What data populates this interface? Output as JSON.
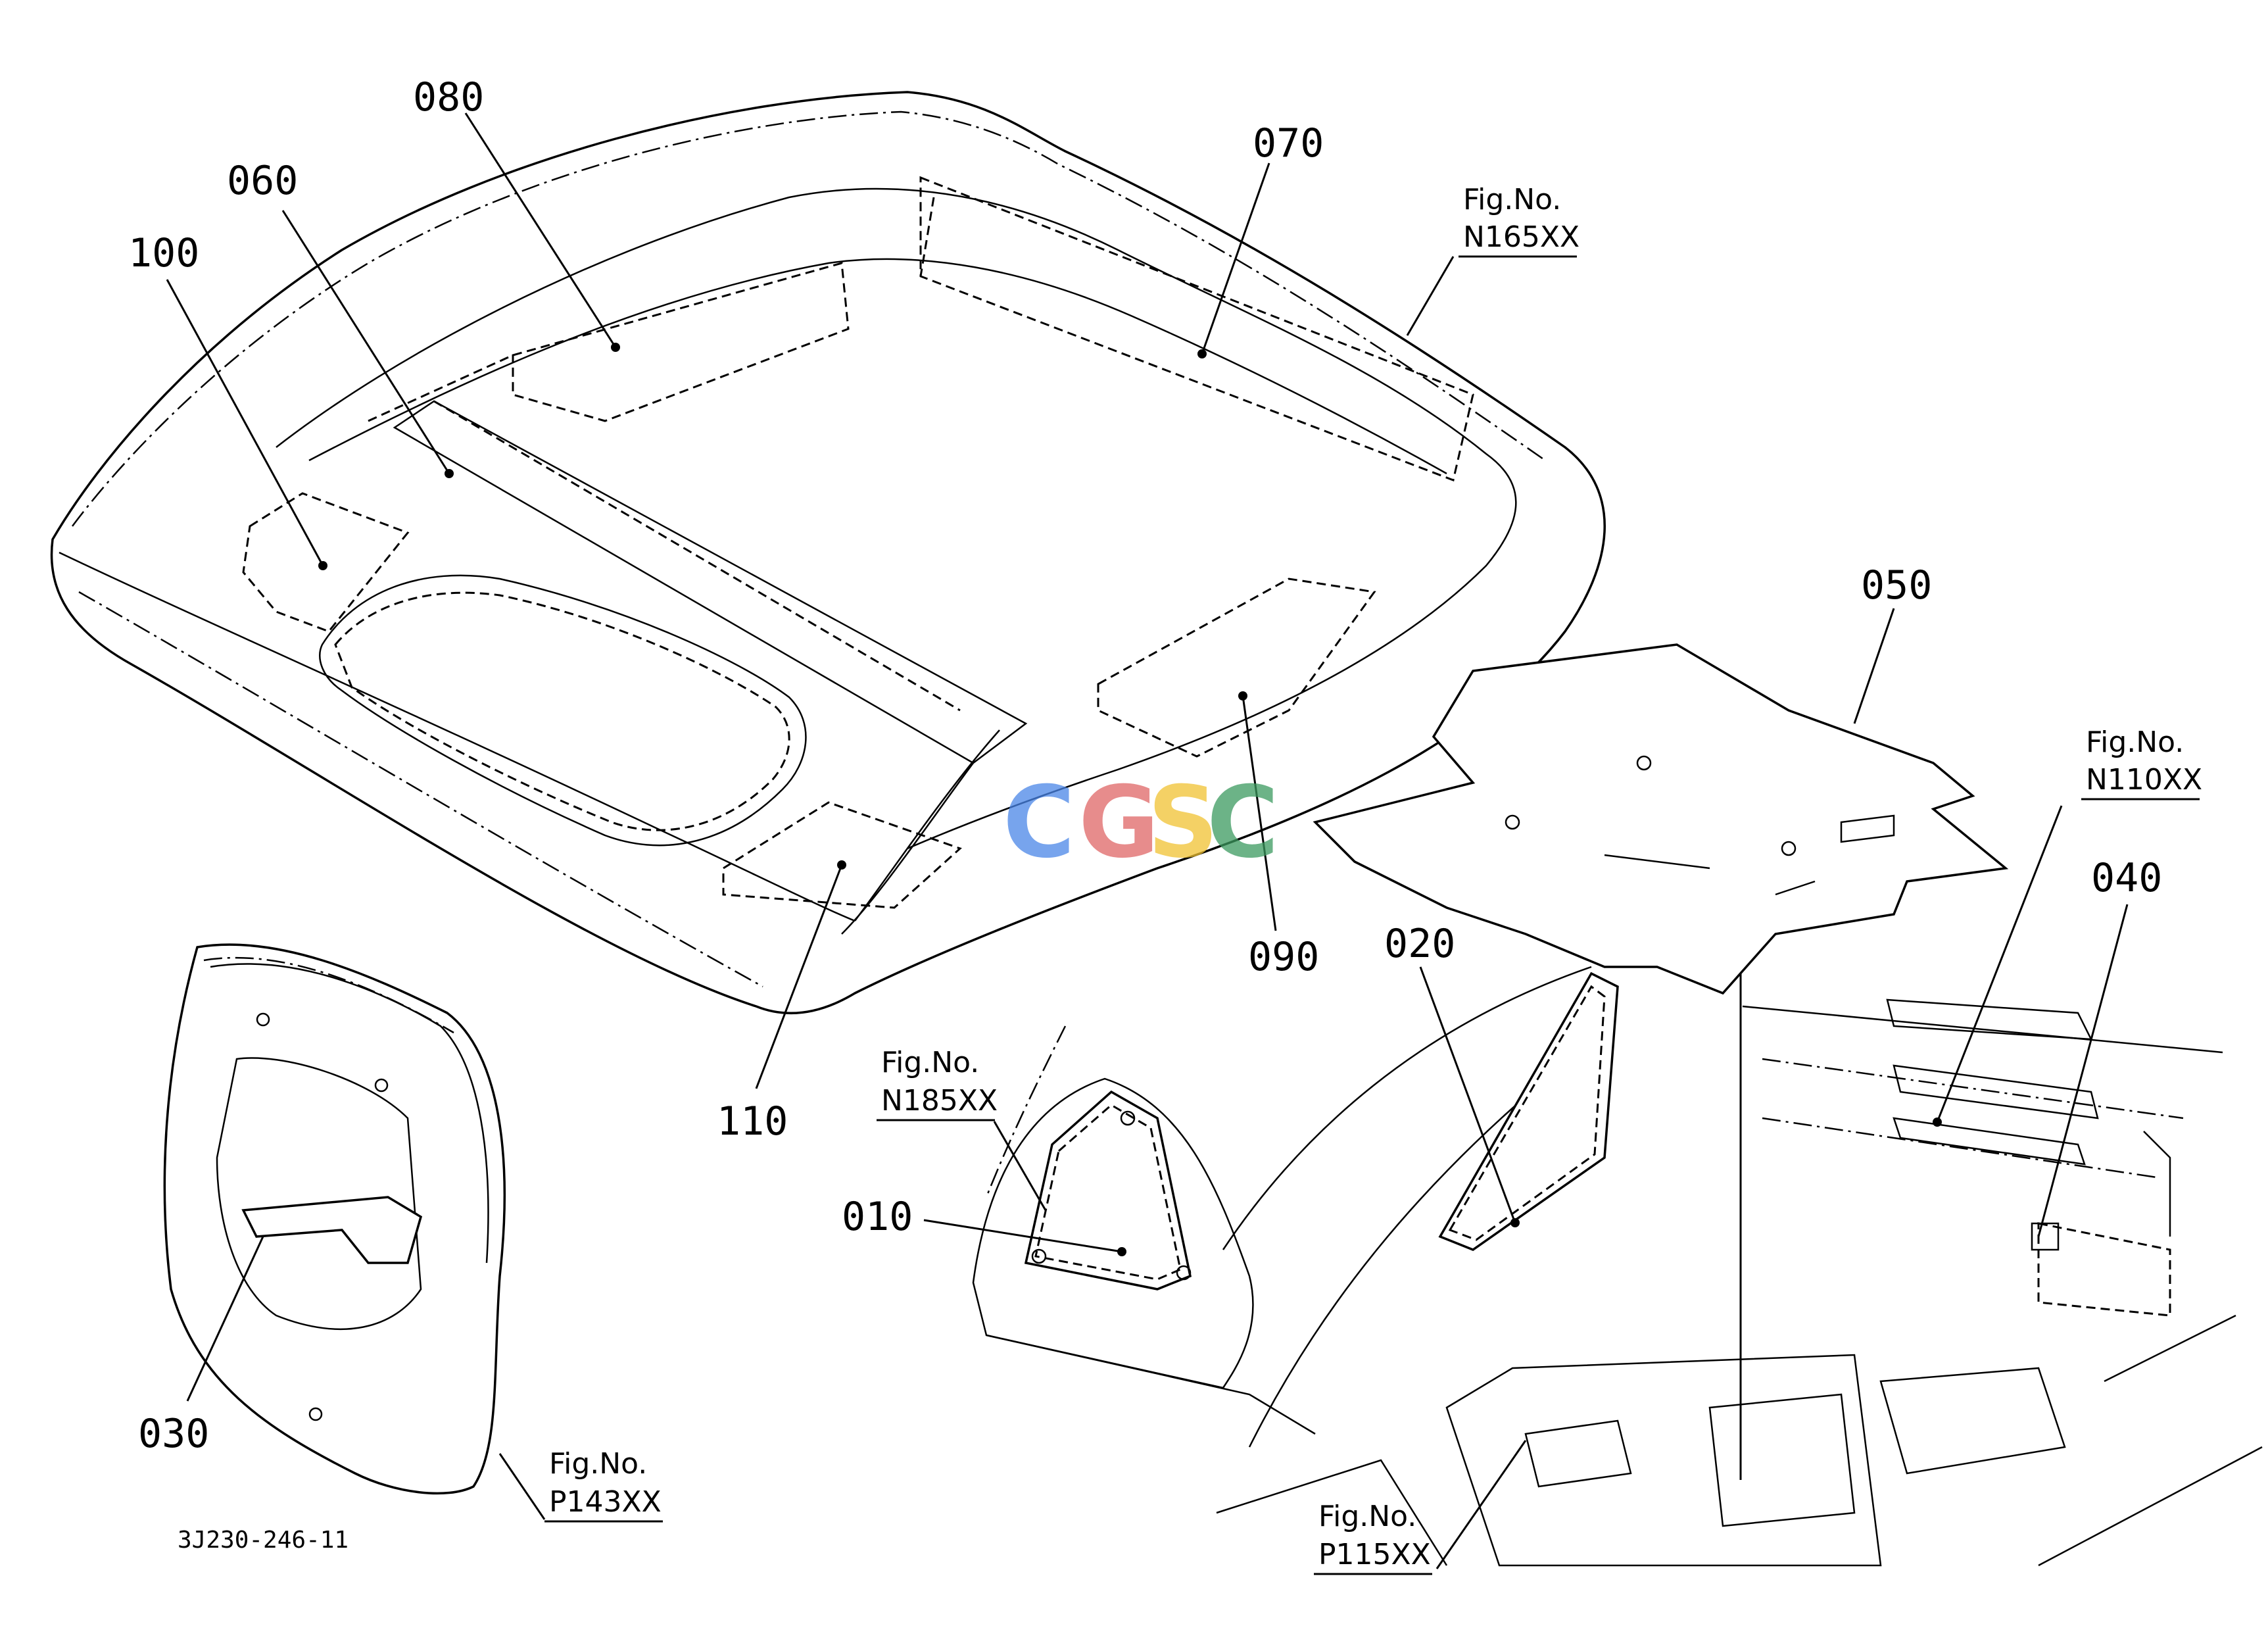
{
  "parts": [
    {
      "number": "010"
    },
    {
      "number": "020"
    },
    {
      "number": "030"
    },
    {
      "number": "040"
    },
    {
      "number": "050"
    },
    {
      "number": "060"
    },
    {
      "number": "070"
    },
    {
      "number": "080"
    },
    {
      "number": "090"
    },
    {
      "number": "100"
    },
    {
      "number": "110"
    }
  ],
  "figure_refs": [
    {
      "caption": "Fig.No.",
      "code": "N165XX"
    },
    {
      "caption": "Fig.No.",
      "code": "N110XX"
    },
    {
      "caption": "Fig.No.",
      "code": "N185XX"
    },
    {
      "caption": "Fig.No.",
      "code": "P143XX"
    },
    {
      "caption": "Fig.No.",
      "code": "P115XX"
    }
  ],
  "drawing_code": "3J230-246-11",
  "watermark": {
    "letters": [
      "C",
      "G",
      "S",
      "C"
    ],
    "colors": [
      "#4a86e8",
      "#e06666",
      "#f1c232",
      "#3c9a5f"
    ]
  }
}
